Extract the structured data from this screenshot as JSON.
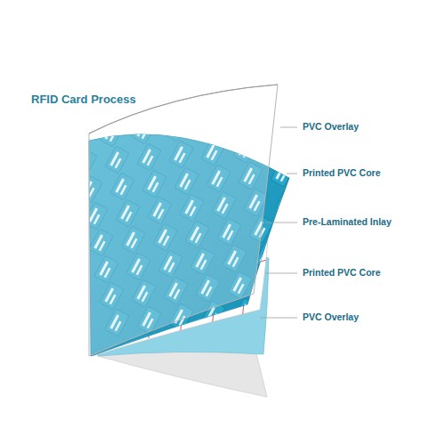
{
  "diagram": {
    "title": "RFID Card Process",
    "labels": [
      "PVC Overlay",
      "Printed PVC Core",
      "Pre-Laminated Inlay",
      "Printed PVC Core",
      "PVC Overlay"
    ]
  }
}
